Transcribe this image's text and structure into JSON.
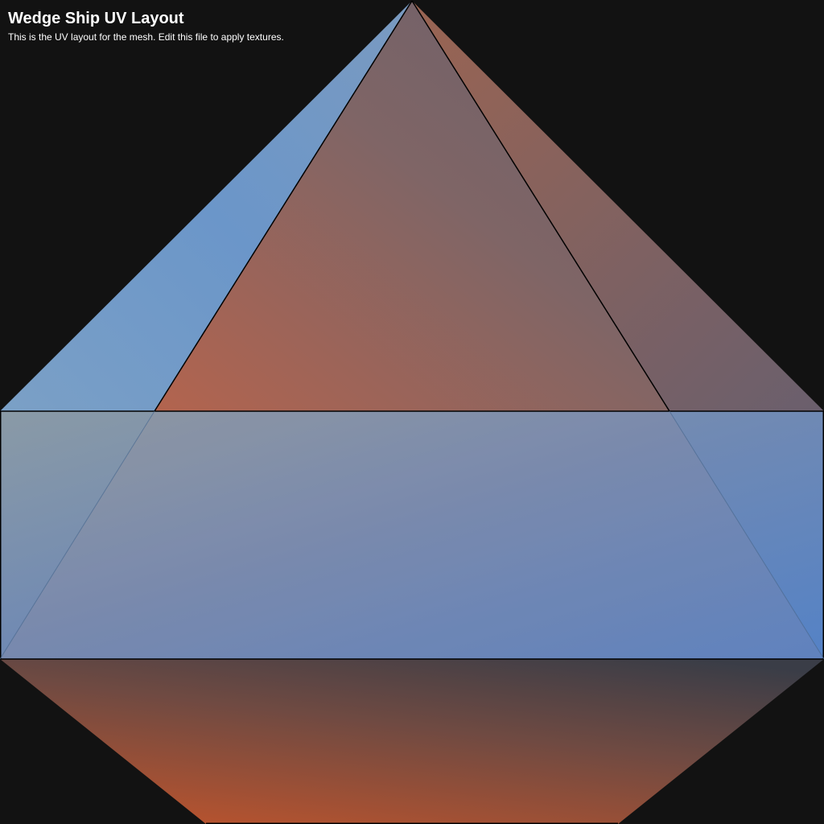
{
  "header": {
    "title": "Wedge Ship UV Layout",
    "subtitle": "This is the UV layout for the mesh. Edit this file to apply textures."
  },
  "colors": {
    "background": "#121212",
    "blue": "#5b8fd6",
    "orange": "#c0603a",
    "edge_line": "#000000"
  },
  "uv_faces": [
    "left-side-triangle",
    "top-center-triangle",
    "right-side-triangle",
    "middle-band-rectangle",
    "band-overlay-trapezoid",
    "bottom-trapezoid"
  ]
}
